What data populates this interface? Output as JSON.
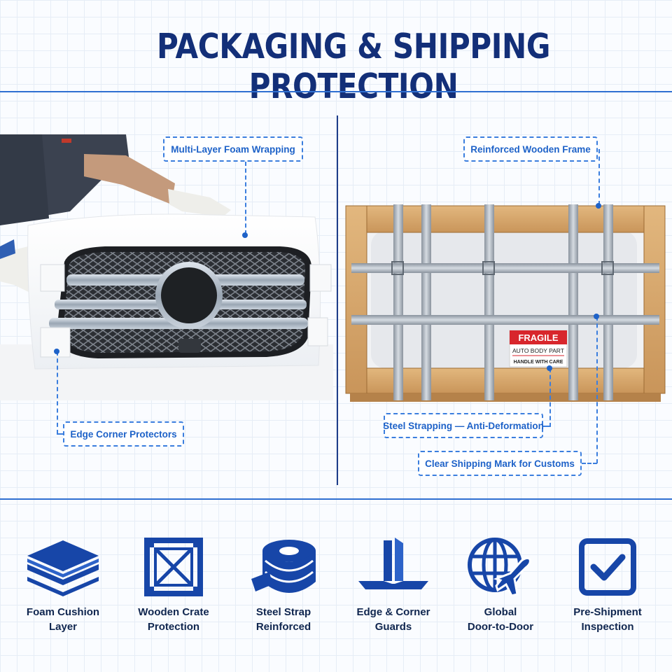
{
  "title": "PACKAGING & SHIPPING PROTECTION",
  "callouts": {
    "foam_wrapping": "Multi-Layer Foam Wrapping",
    "corner_protectors": "Edge Corner Protectors",
    "wooden_frame": "Reinforced Wooden Frame",
    "steel_strapping": "Steel Strapping — Anti-Deformation",
    "shipping_mark": "Clear Shipping Mark for Customs"
  },
  "crate_label": {
    "fragile": "FRAGILE",
    "line1": "AUTO BODY PART",
    "line2": "HANDLE WITH CARE"
  },
  "features": [
    {
      "line1": "Foam Cushion",
      "line2": "Layer",
      "icon": "foam-layers-icon"
    },
    {
      "line1": "Wooden Crate",
      "line2": "Protection",
      "icon": "wooden-crate-icon"
    },
    {
      "line1": "Steel Strap",
      "line2": "Reinforced",
      "icon": "steel-strap-roll-icon"
    },
    {
      "line1": "Edge & Corner",
      "line2": "Guards",
      "icon": "corner-guard-icon"
    },
    {
      "line1": "Global",
      "line2": "Door-to-Door",
      "icon": "globe-plane-icon"
    },
    {
      "line1": "Pre-Shipment",
      "line2": "Inspection",
      "icon": "checkbox-icon"
    }
  ],
  "colors": {
    "title": "#132f78",
    "accent": "#1e62c8",
    "icon": "#1746a8",
    "fragile_red": "#d8262c"
  }
}
